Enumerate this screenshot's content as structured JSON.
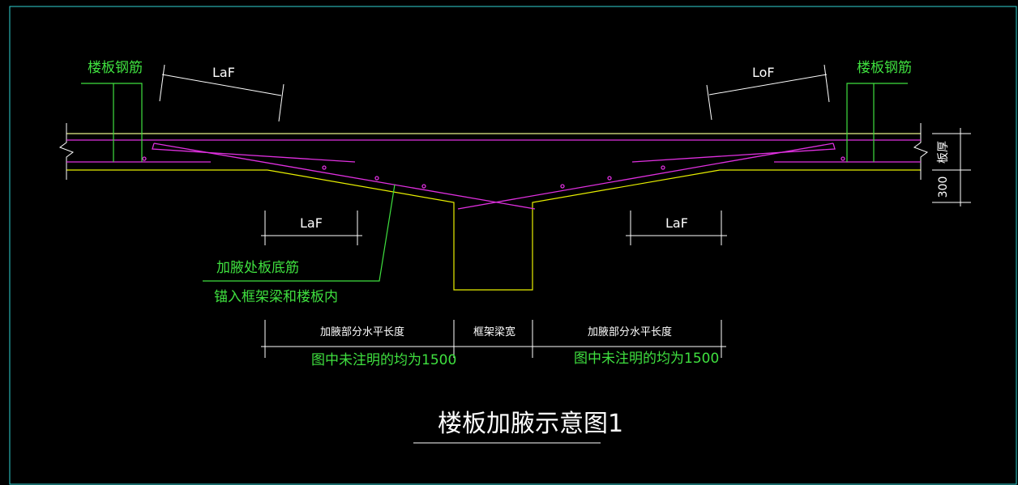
{
  "colors": {
    "background": "#000000",
    "frame": "#2fd3d3",
    "slab": "#3fe03f",
    "slab_top_line": "#e8f08a",
    "rebar": "#e030e0",
    "haunch_outline": "#e8f000",
    "dimension": "#ffffff",
    "green_text": "#3fe03f"
  },
  "labels": {
    "slab_rebar_left": "楼板钢筋",
    "slab_rebar_right": "楼板钢筋",
    "laf_top_left": "LaF",
    "laf_top_right": "LoF",
    "laf_bottom_left": "LaF",
    "laf_bottom_right": "LaF",
    "haunch_note_line1": "加腋处板底筋",
    "haunch_note_line2": "锚入框架梁和楼板内",
    "haunch_length_left": "加腋部分水平长度",
    "beam_width": "框架梁宽",
    "haunch_length_right": "加腋部分水平长度",
    "default_note_left": "图中未注明的均为1500",
    "default_note_right": "图中未注明的均为1500",
    "slab_thickness": "板厚",
    "haunch_depth": "300",
    "title": "楼板加腋示意图1"
  }
}
